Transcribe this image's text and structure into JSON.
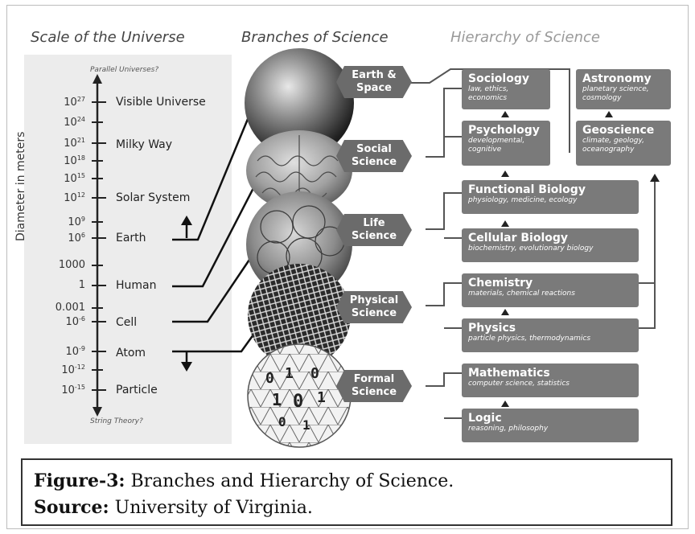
{
  "headers": {
    "scale": "Scale of the Universe",
    "branches": "Branches of Science",
    "hierarchy": "Hierarchy of Science"
  },
  "scale": {
    "top_note": "Parallel Universes?",
    "bottom_note": "String Theory?",
    "axis_label": "Diameter in meters",
    "ticks": [
      {
        "base": "10",
        "exp": "27"
      },
      {
        "base": "10",
        "exp": "24"
      },
      {
        "base": "10",
        "exp": "21"
      },
      {
        "base": "10",
        "exp": "18"
      },
      {
        "base": "10",
        "exp": "15"
      },
      {
        "base": "10",
        "exp": "12"
      },
      {
        "base": "10",
        "exp": "9"
      },
      {
        "base": "10",
        "exp": "6"
      },
      {
        "base": "1000",
        "exp": ""
      },
      {
        "base": "1",
        "exp": ""
      },
      {
        "base": "0.001",
        "exp": ""
      },
      {
        "base": "10",
        "exp": "-6"
      },
      {
        "base": "10",
        "exp": "-9"
      },
      {
        "base": "10",
        "exp": "-12"
      },
      {
        "base": "10",
        "exp": "-15"
      }
    ],
    "objects": [
      "Visible Universe",
      "Milky Way",
      "Solar System",
      "Earth",
      "Human",
      "Cell",
      "Atom",
      "Particle"
    ]
  },
  "branches": [
    {
      "line1": "Earth &",
      "line2": "Space"
    },
    {
      "line1": "Social",
      "line2": "Science"
    },
    {
      "line1": "Life",
      "line2": "Science"
    },
    {
      "line1": "Physical",
      "line2": "Science"
    },
    {
      "line1": "Formal",
      "line2": "Science"
    }
  ],
  "hierarchy": {
    "sociology": {
      "title": "Sociology",
      "sub": "law, ethics, economics"
    },
    "psychology": {
      "title": "Psychology",
      "sub": "developmental, cognitive"
    },
    "astronomy": {
      "title": "Astronomy",
      "sub": "planetary science, cosmology"
    },
    "geoscience": {
      "title": "Geoscience",
      "sub": "climate, geology, oceanography"
    },
    "functional_biology": {
      "title": "Functional Biology",
      "sub": "physiology, medicine, ecology"
    },
    "cellular_biology": {
      "title": "Cellular Biology",
      "sub": "biochemistry, evolutionary biology"
    },
    "chemistry": {
      "title": "Chemistry",
      "sub": "materials, chemical reactions"
    },
    "physics": {
      "title": "Physics",
      "sub": "particle physics, thermodynamics"
    },
    "mathematics": {
      "title": "Mathematics",
      "sub": "computer science, statistics"
    },
    "logic": {
      "title": "Logic",
      "sub": "reasoning, philosophy"
    }
  },
  "caption": {
    "label1": "Figure-3:",
    "text1": " Branches and Hierarchy of Science.",
    "label2": "Source:",
    "text2": " University of Virginia."
  }
}
